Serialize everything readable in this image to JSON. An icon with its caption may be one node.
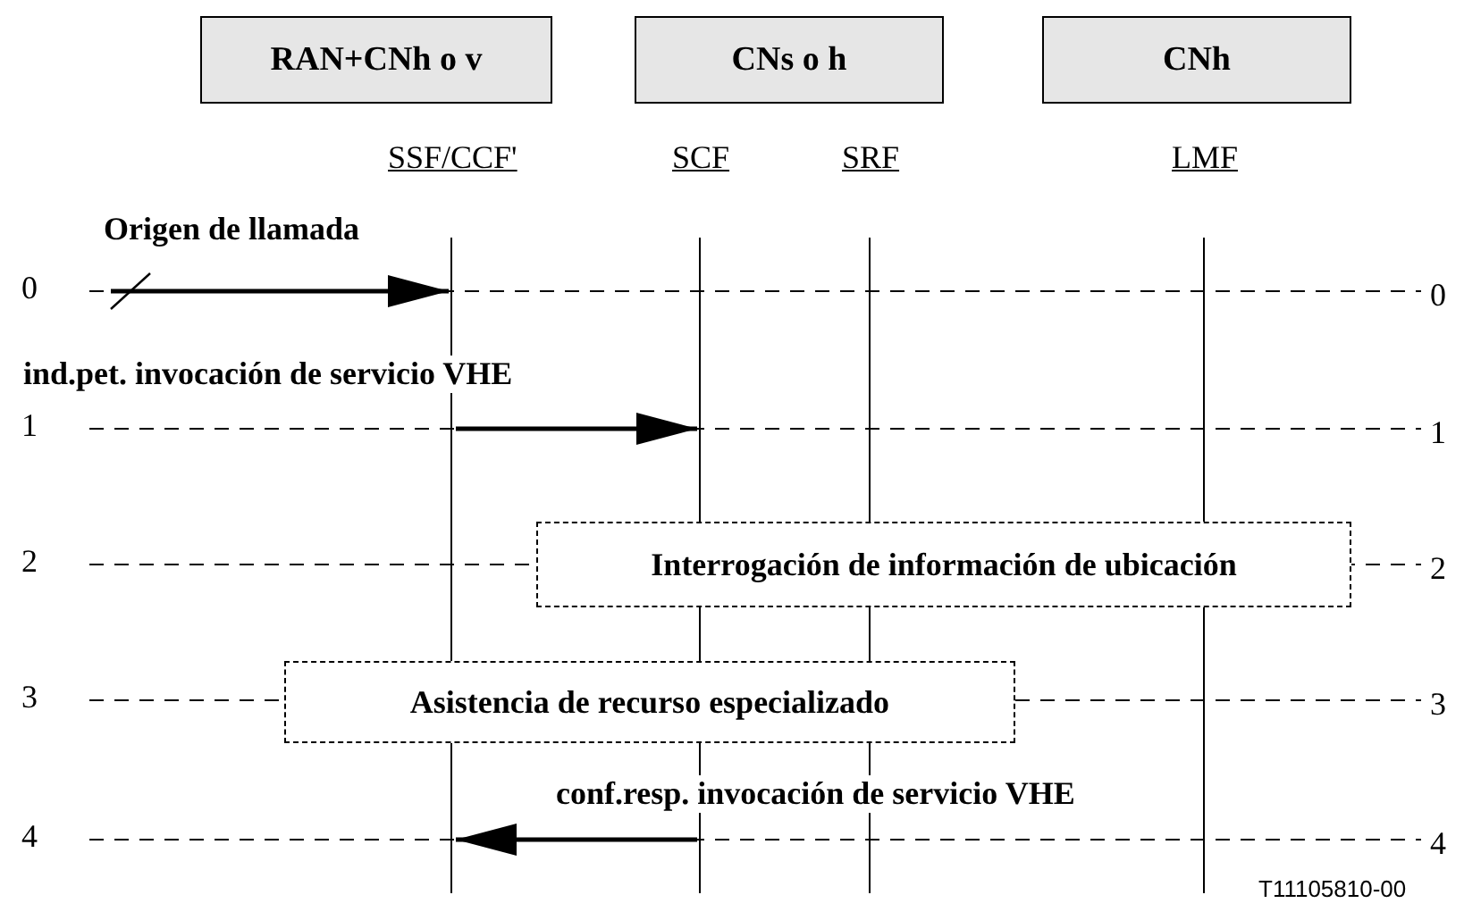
{
  "diagram": {
    "nodes": [
      {
        "text": [
          "RAN+CNh o v"
        ]
      },
      {
        "text": [
          "CNs o h"
        ]
      },
      {
        "text": [
          "CNh"
        ]
      },
      {
        "text": [
          "SSF/CCF'"
        ]
      },
      {
        "text": [
          "SCF"
        ]
      },
      {
        "text": [
          "SRF"
        ]
      },
      {
        "text": [
          "LMF"
        ]
      },
      {
        "text": [
          "Interrogación de información de ubicación"
        ]
      },
      {
        "text": [
          "Asistencia de recurso especializado"
        ]
      }
    ],
    "edges": [
      {
        "from": null,
        "to": 3,
        "arrow": "to",
        "label": "Origen de llamada"
      },
      {
        "from": 3,
        "to": 4,
        "arrow": "to",
        "label": "ind.pet. invocación de servicio VHE"
      },
      {
        "from": 4,
        "to": 3,
        "arrow": "to",
        "label": "conf.resp. invocación de servicio VHE"
      }
    ],
    "labels": [
      "0",
      "0",
      "1",
      "1",
      "2",
      "2",
      "3",
      "3",
      "4",
      "4",
      "T11105810-00"
    ]
  }
}
